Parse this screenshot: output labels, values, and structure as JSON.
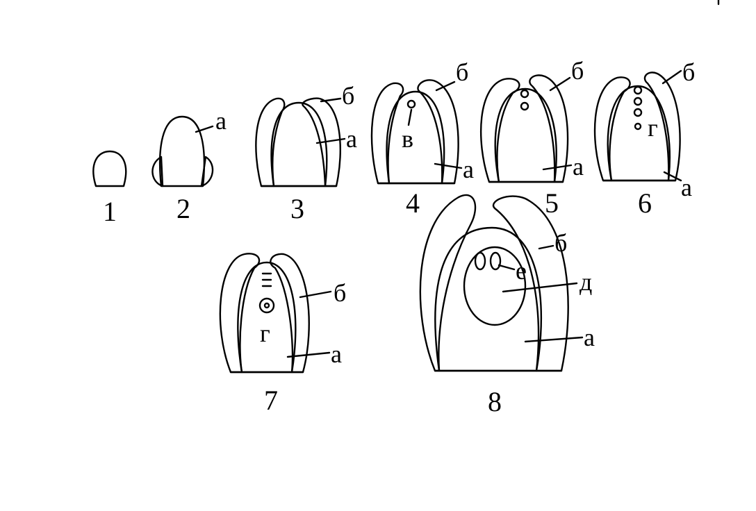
{
  "stages": {
    "s1": {
      "number": "1"
    },
    "s2": {
      "number": "2",
      "label_a": "а"
    },
    "s3": {
      "number": "3",
      "label_a": "а",
      "label_b": "б"
    },
    "s4": {
      "number": "4",
      "label_a": "а",
      "label_b": "б",
      "label_v": "в"
    },
    "s5": {
      "number": "5",
      "label_a": "а",
      "label_b": "б"
    },
    "s6": {
      "number": "6",
      "label_a": "а",
      "label_b": "б",
      "label_g": "г"
    },
    "s7": {
      "number": "7",
      "label_a": "а",
      "label_b": "б",
      "label_g": "г"
    },
    "s8": {
      "number": "8",
      "label_a": "а",
      "label_b": "б",
      "label_d": "д",
      "label_e": "е"
    }
  }
}
